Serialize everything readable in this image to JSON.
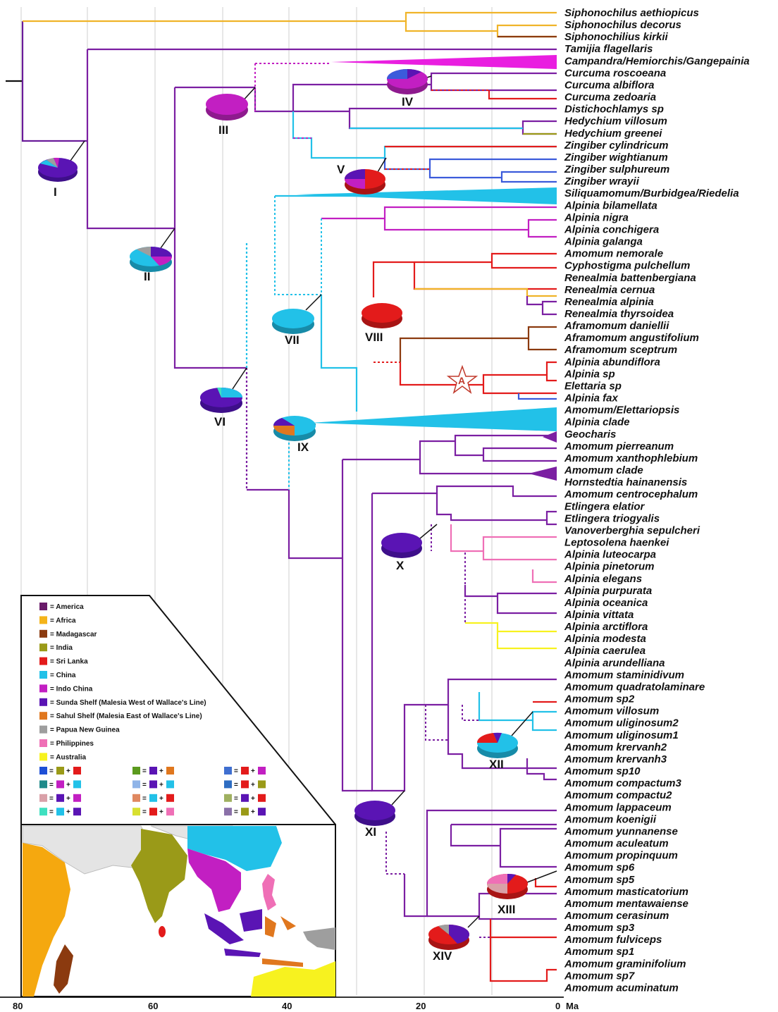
{
  "tree": {
    "axis": {
      "ticks": [
        "80",
        "60",
        "40",
        "20",
        "0"
      ],
      "unit": "Ma"
    },
    "tips": [
      "Siphonochilus aethiopicus",
      "Siphonochilus decorus",
      "Siphonochilius kirkii",
      "Tamijia flagellaris",
      "Campandra/Hemiorchis/Gangepainia",
      "Curcuma roscoeana",
      "Curcuma albiflora",
      "Curcuma zedoaria",
      "Distichochlamys sp",
      "Hedychium villosum",
      "Hedychium greenei",
      "Zingiber cylindricum",
      "Zingiber wightianum",
      "Zingiber sulphureum",
      "Zingiber wrayii",
      "Siliquamomum/Burbidgea/Riedelia",
      "Alpinia bilamellata",
      "Alpinia nigra",
      "Alpinia conchigera",
      "Alpinia galanga",
      "Amomum nemorale",
      "Cyphostigma pulchellum",
      "Renealmia battenbergiana",
      "Renealmia cernua",
      "Renealmia alpinia",
      "Renealmia thyrsoidea",
      "Aframomum daniellii",
      "Aframomum angustifolium",
      "Aframomum sceptrum",
      "Alpinia abundiflora",
      "Alpinia sp",
      "Elettaria sp",
      "Alpinia fax",
      "Amomum/Elettariopsis",
      "Alpinia clade",
      "Geocharis",
      "Amomum pierreanum",
      "Amomum xanthophlebium",
      "Amomum clade",
      "Hornstedtia hainanensis",
      "Amomum centrocephalum",
      "Etlingera elatior",
      "Etlingera triogyalis",
      "Vanoverberghia sepulcheri",
      "Leptosolena haenkei",
      "Alpinia luteocarpa",
      "Alpinia pinetorum",
      "Alpinia elegans",
      "Alpinia purpurata",
      "Alpinia oceanica",
      "Alpinia vittata",
      "Alpinia arctiflora",
      "Alpinia modesta",
      "Alpinia caerulea",
      "Alpinia arundelliana",
      "Amomum staminidivum",
      "Amomum quadratolaminare",
      "Amomum sp2",
      "Amomum villosum",
      "Amomum uliginosum2",
      "Amomum uliginosum1",
      "Amomum krervanh2",
      "Amomum krervanh3",
      "Amomum sp10",
      "Amomum compactum3",
      "Amomum compactu2",
      "Amomum lappaceum",
      "Amomum koenigii",
      "Amomum yunnanense",
      "Amomum aculeatum",
      "Amomum propinquum",
      "Amomum sp6",
      "Amomum sp5",
      "Amomum masticatorium",
      "Amomum mentawaiense",
      "Amomum cerasinum",
      "Amomum sp3",
      "Amomum fulviceps",
      "Amomum sp1",
      "Amomum graminifolium",
      "Amomum sp7",
      "Amomum acuminatum"
    ],
    "nodes": [
      {
        "label": "I"
      },
      {
        "label": "II"
      },
      {
        "label": "III"
      },
      {
        "label": "IV"
      },
      {
        "label": "V"
      },
      {
        "label": "VI"
      },
      {
        "label": "VII"
      },
      {
        "label": "VIII"
      },
      {
        "label": "IX"
      },
      {
        "label": "X"
      },
      {
        "label": "XI"
      },
      {
        "label": "XII"
      },
      {
        "label": "XIII"
      },
      {
        "label": "XIV"
      }
    ],
    "star_label": "A"
  },
  "legend": {
    "regions": [
      {
        "label": "= America",
        "color": "#6a1b6a"
      },
      {
        "label": "= Africa",
        "color": "#f4b41a"
      },
      {
        "label": "= Madagascar",
        "color": "#8b3a0f"
      },
      {
        "label": "= India",
        "color": "#9a9a18"
      },
      {
        "label": "= Sri Lanka",
        "color": "#e31b1b"
      },
      {
        "label": "= China",
        "color": "#22c1e8"
      },
      {
        "label": "= Indo China",
        "color": "#c21fc2"
      },
      {
        "label": "= Sunda Shelf (Malesia West of Wallace's Line)",
        "color": "#5a14b4"
      },
      {
        "label": "= Sahul Shelf (Malesia East of Wallace's Line)",
        "color": "#e0771e"
      },
      {
        "label": "= Papua New Guinea",
        "color": "#9e9e9e"
      },
      {
        "label": "= Philippines",
        "color": "#ef6fb6"
      },
      {
        "label": "= Australia",
        "color": "#f7f21f"
      }
    ],
    "combos": [
      {
        "color": "#1e4fd6",
        "a": "#9a9a18",
        "b": "#e31b1b"
      },
      {
        "color": "#5b9a1e",
        "a": "#5a14b4",
        "b": "#e0771e"
      },
      {
        "color": "#3f6fd0",
        "a": "#e31b1b",
        "b": "#c21fc2"
      },
      {
        "color": "#1f8a8a",
        "a": "#c21fc2",
        "b": "#22c1e8"
      },
      {
        "color": "#8fb4e8",
        "a": "#5a14b4",
        "b": "#22c1e8"
      },
      {
        "color": "#2e6dc2",
        "a": "#e31b1b",
        "b": "#9a9a18"
      },
      {
        "color": "#d9a0a8",
        "a": "#5a14b4",
        "b": "#c21fc2"
      },
      {
        "color": "#e08860",
        "a": "#22c1e8",
        "b": "#e31b1b"
      },
      {
        "color": "#9fb060",
        "a": "#5a14b4",
        "b": "#e31b1b"
      },
      {
        "color": "#3fe0c0",
        "a": "#22c1e8",
        "b": "#5a14b4"
      },
      {
        "color": "#d8e030",
        "a": "#e31b1b",
        "b": "#ef6fb6"
      },
      {
        "color": "#8a70a8",
        "a": "#9a9a18",
        "b": "#5a14b4"
      }
    ],
    "plus": "+",
    "eq": "="
  }
}
